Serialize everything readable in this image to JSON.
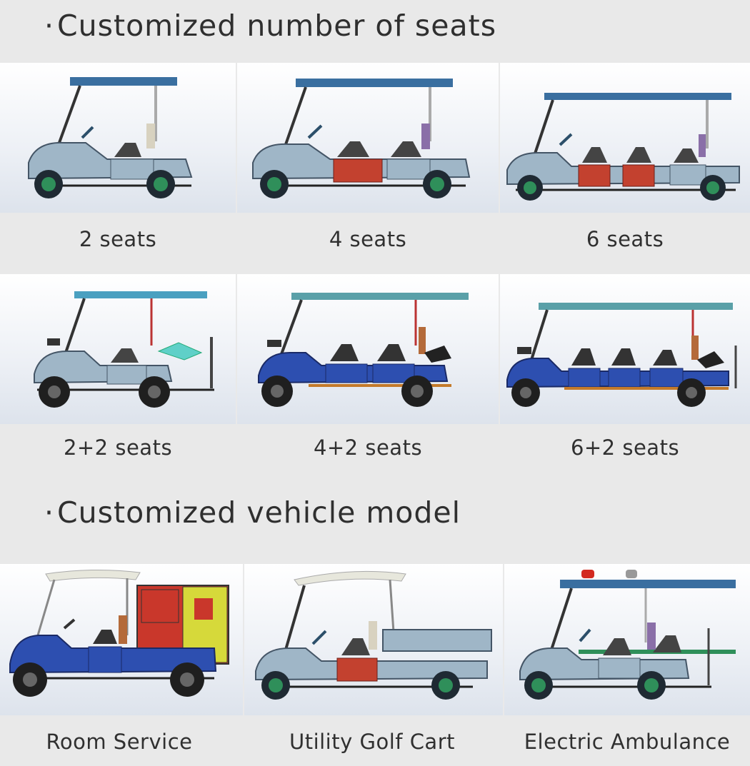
{
  "section_seats": {
    "bullet": "·",
    "title": "Customized number of seats",
    "items": [
      {
        "label": "2 seats",
        "icon": "golf-cart-2-seats-icon"
      },
      {
        "label": "4 seats",
        "icon": "golf-cart-4-seats-icon"
      },
      {
        "label": "6 seats",
        "icon": "golf-cart-6-seats-icon"
      },
      {
        "label": "2+2 seats",
        "icon": "golf-cart-2-plus-2-seats-icon"
      },
      {
        "label": "4+2 seats",
        "icon": "golf-cart-4-plus-2-seats-icon"
      },
      {
        "label": "6+2 seats",
        "icon": "golf-cart-6-plus-2-seats-icon"
      }
    ]
  },
  "section_models": {
    "bullet": "·",
    "title": "Customized vehicle model",
    "items": [
      {
        "label": "Room Service",
        "icon": "room-service-cart-icon"
      },
      {
        "label": "Utility Golf Cart",
        "icon": "utility-golf-cart-icon"
      },
      {
        "label": "Electric Ambulance",
        "icon": "electric-ambulance-cart-icon"
      }
    ]
  },
  "colors": {
    "page_background": "#e9e9e9",
    "body_light_blue": "#9fb6c7",
    "body_dark_blue": "#2d4fb0",
    "seat_red": "#c3412f",
    "roof_blue": "#3a6fa0",
    "roof_cream": "#e7e7dc",
    "box_red": "#c9372b",
    "box_yellow": "#d6d93a",
    "wheel_green": "#2f8f5a"
  }
}
